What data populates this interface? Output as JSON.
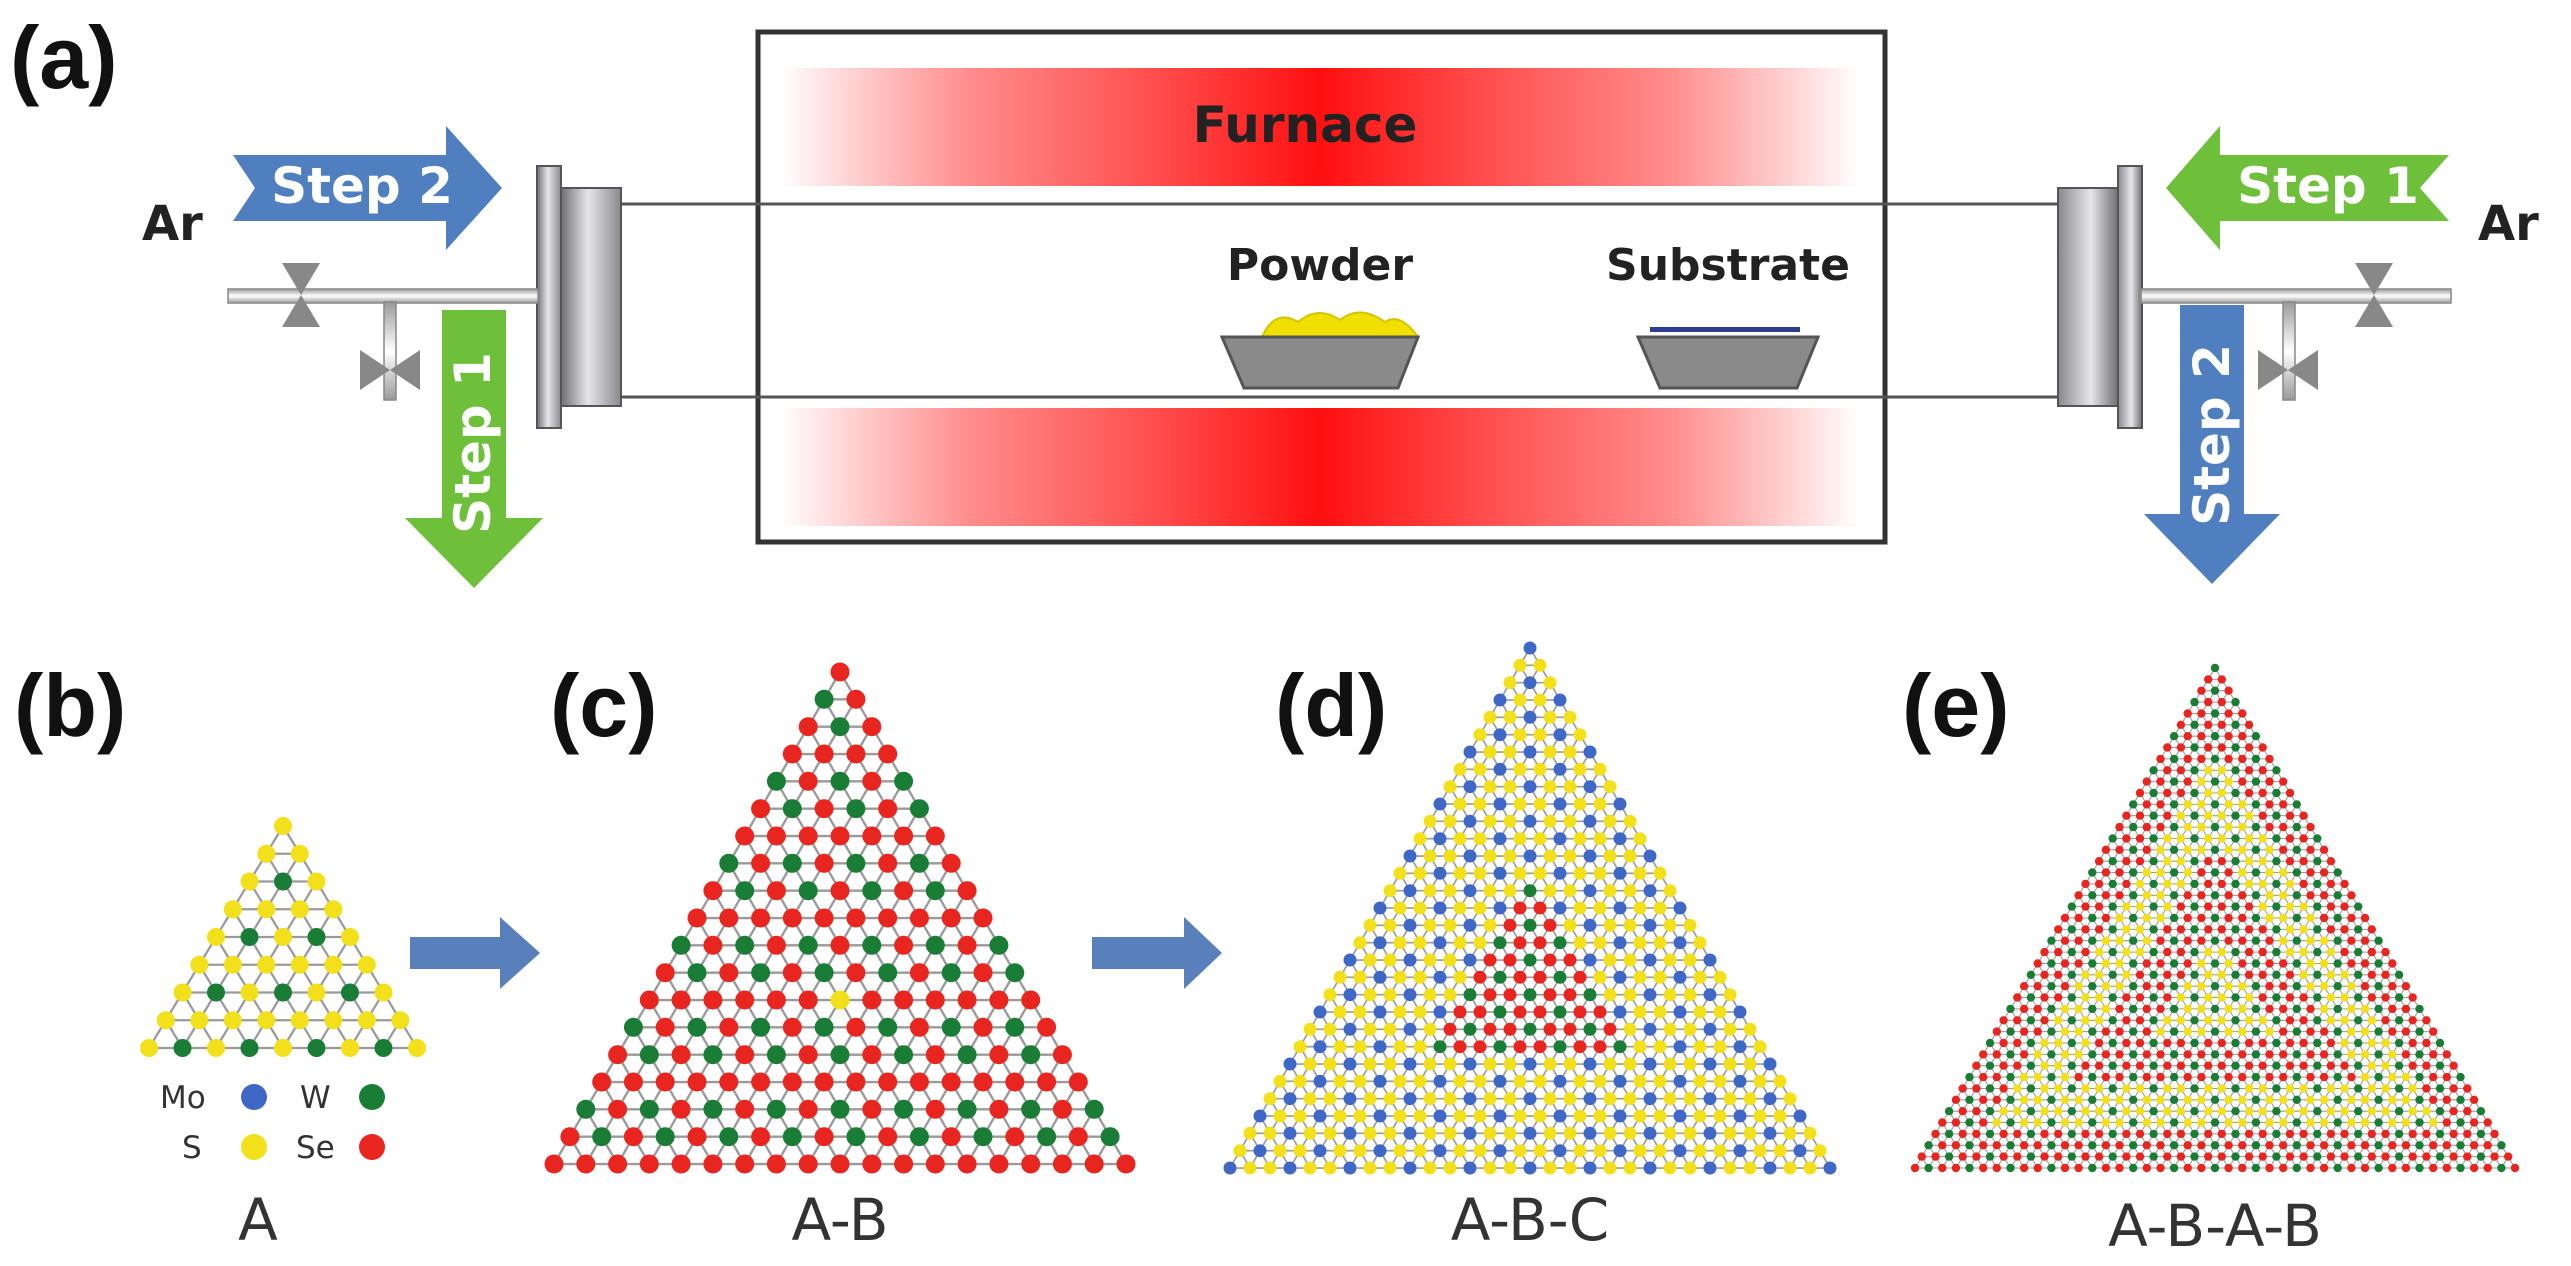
{
  "panel_labels": {
    "a": "(a)",
    "b": "(b)",
    "c": "(c)",
    "d": "(d)",
    "e": "(e)"
  },
  "furnace": {
    "label": "Furnace",
    "powder_label": "Powder",
    "substrate_label": "Substrate"
  },
  "gas": {
    "left": "Ar",
    "right": "Ar"
  },
  "arrows": {
    "left_in": "Step 2",
    "left_out": "Step 1",
    "right_in": "Step 1",
    "right_out": "Step 2"
  },
  "legend": [
    {
      "symbol": "Mo",
      "color": "#3f68c6"
    },
    {
      "symbol": "W",
      "color": "#1a7d35"
    },
    {
      "symbol": "S",
      "color": "#f2e01a"
    },
    {
      "symbol": "Se",
      "color": "#e8251f"
    }
  ],
  "captions": {
    "b": "A",
    "c": "A-B",
    "d": "A-B-C",
    "e": "A-B-A-B"
  },
  "colors": {
    "step1_arrow": "#6ebf3a",
    "step2_arrow": "#4f7fbf",
    "flow_arrow": "#5a80bb",
    "furnace_red": "#ff1a1a",
    "powder": "#f0e000",
    "boat": "#8a8a8a"
  }
}
